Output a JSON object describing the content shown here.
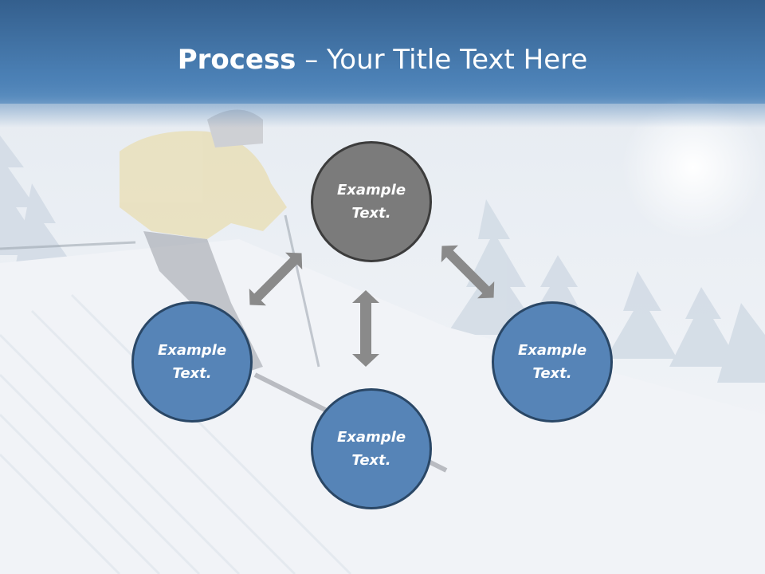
{
  "title": {
    "bold": "Process",
    "rest": " – Your Title Text Here"
  },
  "colors": {
    "header": "#3b6e9f",
    "center_node": "#7b7b7b",
    "outer_node": "#5684b7",
    "arrow": "#8a8a8a"
  },
  "nodes": [
    {
      "line1": "Example",
      "line2": "Text."
    },
    {
      "line1": "Example",
      "line2": "Text."
    },
    {
      "line1": "Example",
      "line2": "Text."
    },
    {
      "line1": "Example",
      "line2": "Text."
    }
  ]
}
